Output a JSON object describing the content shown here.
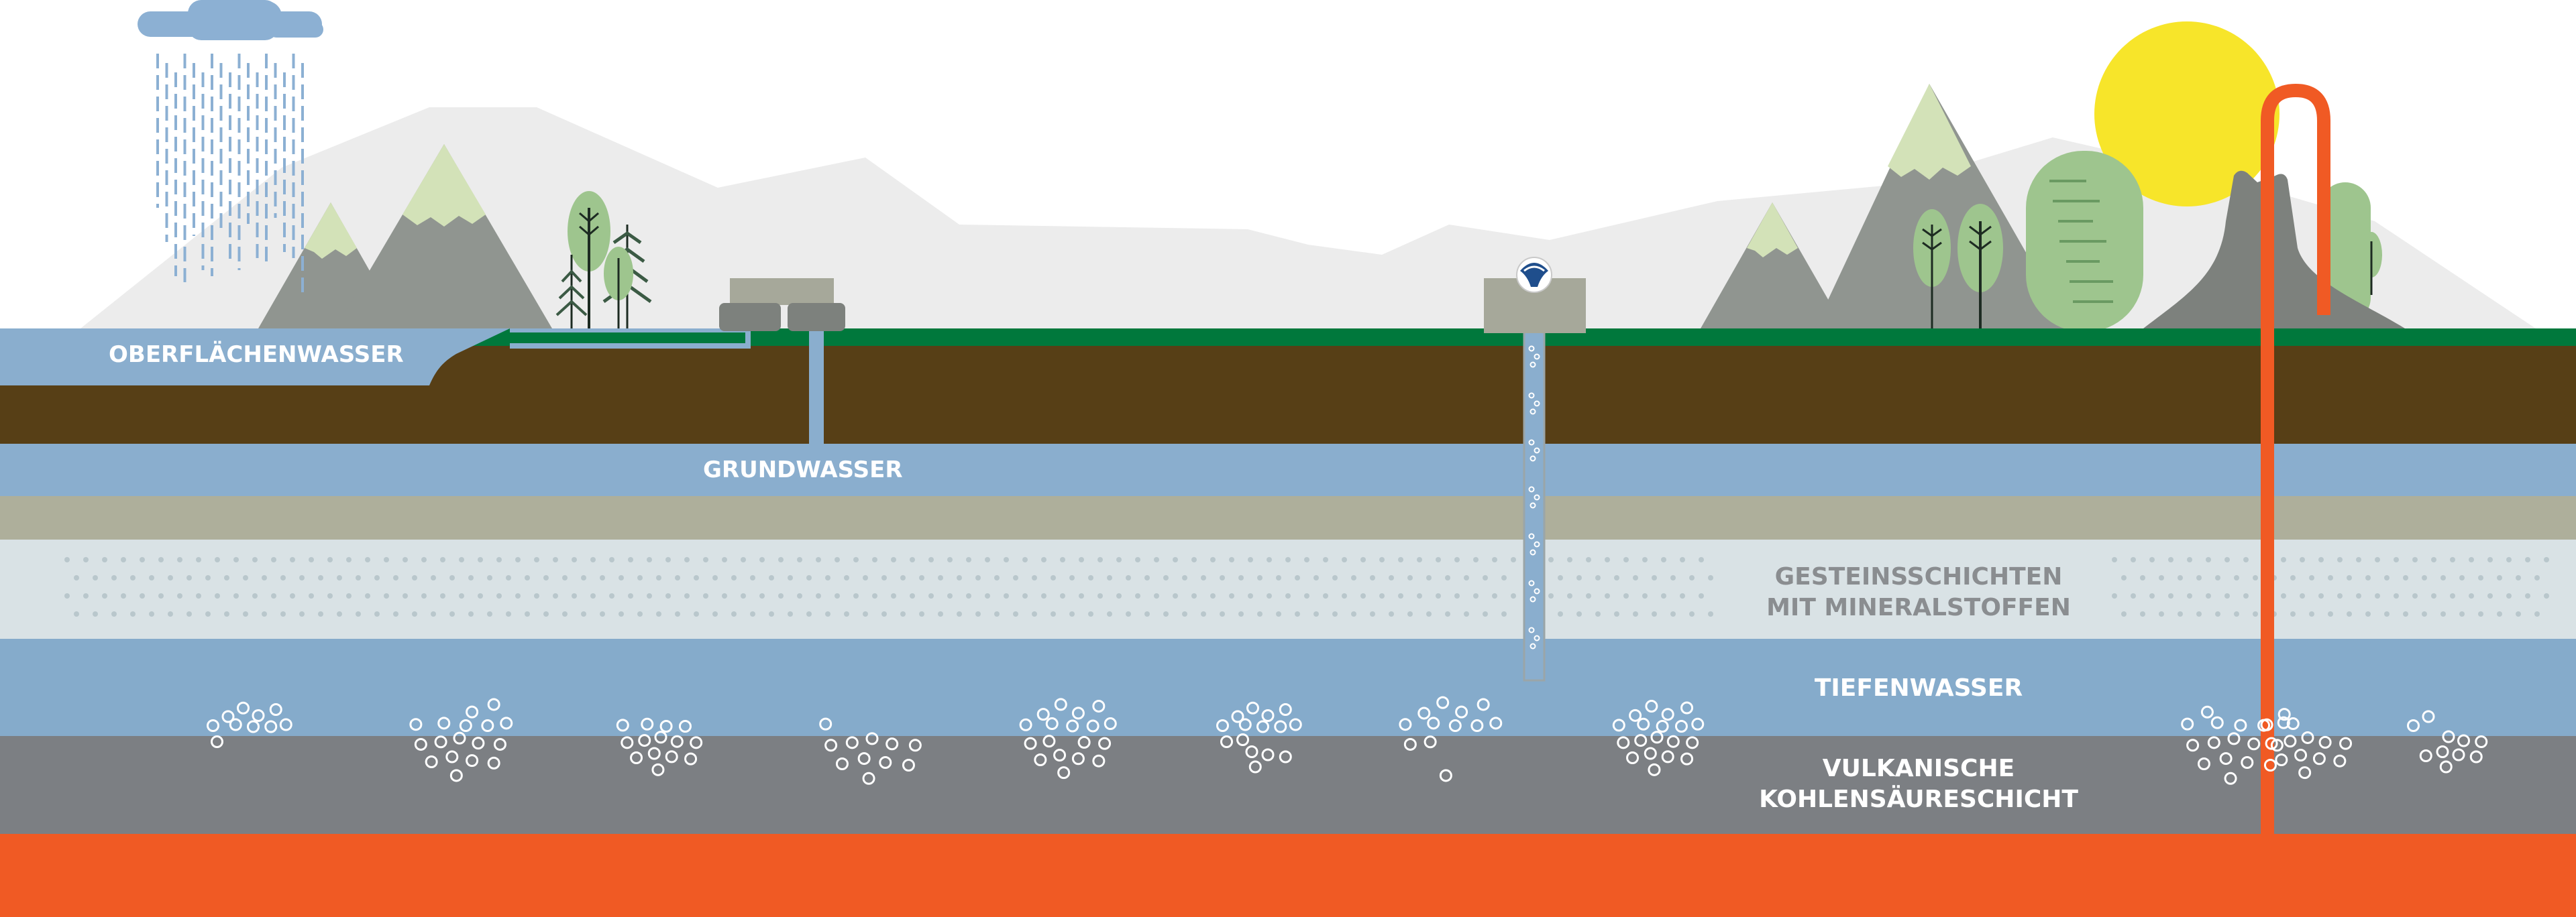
{
  "labels": {
    "surface_water": "OBERFLÄCHENWASSER",
    "groundwater": "GRUNDWASSER",
    "rock_layers_line1": "GESTEINSSCHICHTEN",
    "rock_layers_line2": "MIT MINERALSTOFFEN",
    "deep_water": "TIEFENWASSER",
    "volcanic_line1": "VULKANISCHE",
    "volcanic_line2": "KOHLENSÄURESCHICHT"
  },
  "colors": {
    "sky": "#ffffff",
    "far_mountains": "#ececec",
    "cloud": "#8cb0d3",
    "rain": "#8cb0d3",
    "mountain": "#909590",
    "mountain_dark": "#7d817d",
    "snow_cap": "#d3e2b8",
    "grass": "#00783c",
    "soil": "#573f16",
    "surface_water": "#8aaece",
    "groundwater": "#8aaece",
    "sediment": "#aeaf9b",
    "mineral_rock": "#d9e2e5",
    "deep_water": "#85abcb",
    "volcanic_layer": "#7c7f83",
    "magma": "#f05a24",
    "sun": "#f7e52a",
    "tree": "#9ec58e",
    "well_pipe": "#8aaece",
    "bubble": "#ffffff"
  },
  "icons": [
    "cloud-icon",
    "rain-icon",
    "sun-icon",
    "tree-icon",
    "well-building-icon",
    "logo-icon",
    "bubble-icon"
  ]
}
